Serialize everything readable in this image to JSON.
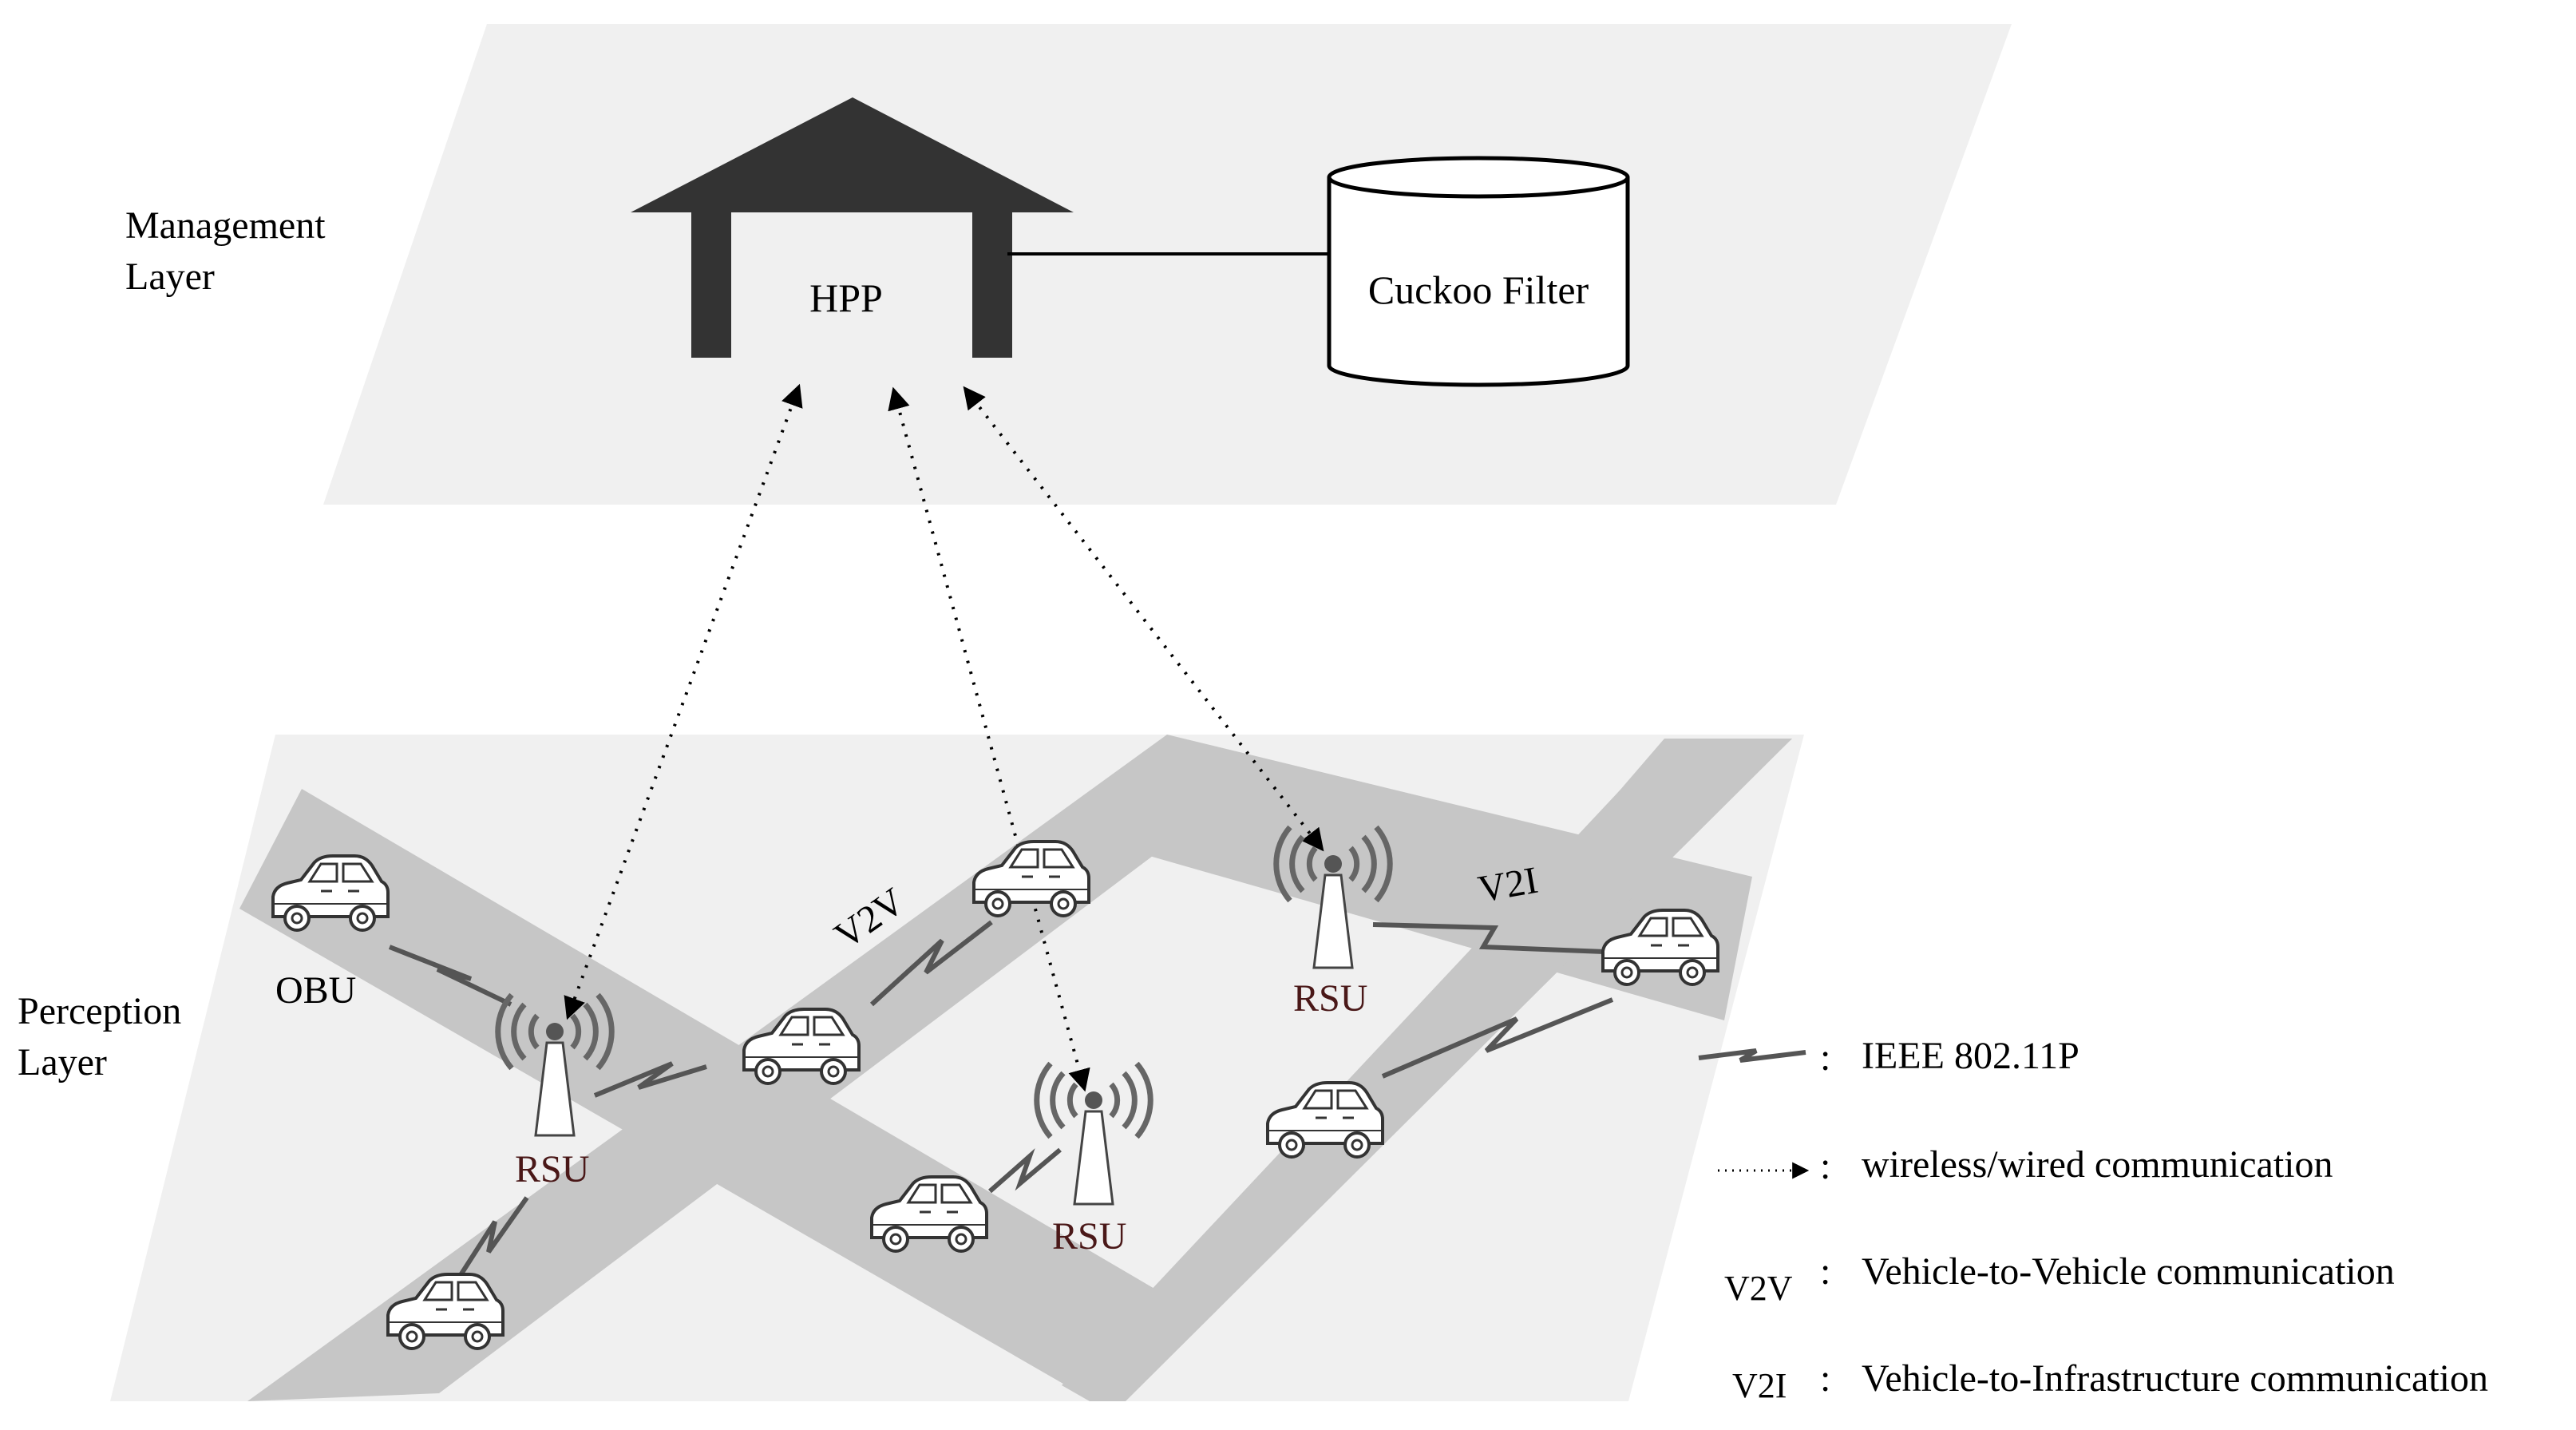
{
  "layers": {
    "management": {
      "line1": "Management",
      "line2": "Layer"
    },
    "perception": {
      "line1": "Perception",
      "line2": "Layer"
    }
  },
  "nodes": {
    "hpp": "HPP",
    "cuckoo_filter": "Cuckoo Filter",
    "obu": "OBU",
    "rsu_left": "RSU",
    "rsu_middle": "RSU",
    "rsu_right": "RSU",
    "v2v_link": "V2V",
    "v2i_link": "V2I"
  },
  "legend": {
    "items": [
      {
        "symbol": "",
        "separator": ":",
        "text": "IEEE 802.11P"
      },
      {
        "symbol": "",
        "separator": ":",
        "text": "wireless/wired communication"
      },
      {
        "symbol": "V2V",
        "separator": ":",
        "text": "Vehicle-to-Vehicle communication"
      },
      {
        "symbol": "V2I",
        "separator": ":",
        "text": "Vehicle-to-Infrastructure communication"
      }
    ]
  },
  "colors": {
    "plane": "#f0f0f0",
    "road": "#c6c6c6",
    "building": "#333333",
    "antenna_wave": "#666666",
    "zigzag": "#555555",
    "rsu_text": "#4a1818"
  }
}
